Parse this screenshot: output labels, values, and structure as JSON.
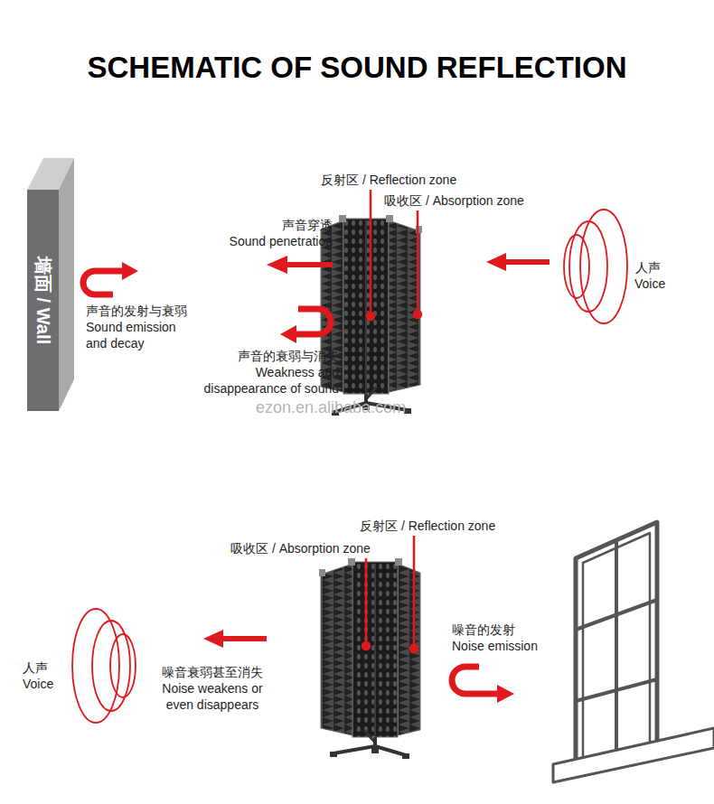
{
  "diagram": {
    "title": "SCHEMATIC OF SOUND REFLECTION",
    "nodes": [
      {
        "text": [
          "墙面 / Wall"
        ]
      }
    ],
    "labels": [
      "反射区 / Reflection zone",
      "吸收区 / Absorption zone",
      "声音穿透",
      "Sound penetration",
      "人声",
      "Voice",
      "声音的发射与衰弱",
      "Sound emission and decay",
      "声音的衰弱与消失",
      "Weakness and disappearance of sound",
      "ezon.en.alibaba.com",
      "反射区 / Reflection zone",
      "吸收区 / Absorption zone",
      "人声",
      "Voice",
      "噪音衰弱甚至消失",
      "Noise weakens or even disappears",
      "噪音的发射",
      "Noise emission"
    ]
  }
}
